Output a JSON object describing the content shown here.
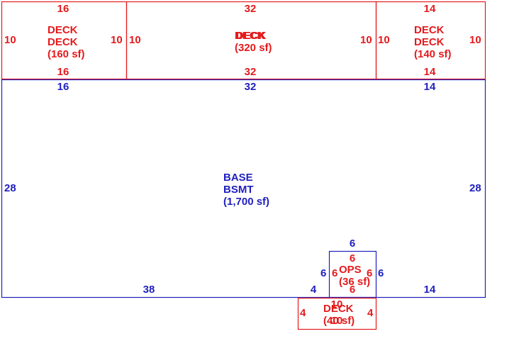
{
  "colors": {
    "deck": "#e41a1c",
    "base": "#1f1fbf"
  },
  "areas": [
    {
      "id": "deck-left",
      "color": "deck",
      "name_lines": [
        "DECK",
        "DECK",
        "(160 sf)"
      ],
      "dims": {
        "top": "16",
        "bottom": "16",
        "left": "10",
        "right": "10"
      }
    },
    {
      "id": "deck-center",
      "color": "deck",
      "name_lines": [
        "DECK",
        "DECK",
        "(320 sf)"
      ],
      "dims": {
        "top": "32",
        "bottom": "32",
        "left": "10",
        "right": "10"
      }
    },
    {
      "id": "deck-right",
      "color": "deck",
      "name_lines": [
        "DECK",
        "DECK",
        "(140 sf)"
      ],
      "dims": {
        "top": "14",
        "bottom": "14",
        "left": "10",
        "right": "10"
      }
    },
    {
      "id": "base",
      "color": "base",
      "name_lines": [
        "BASE",
        "BSMT",
        "(1,700 sf)"
      ],
      "dims": {
        "top_left": "16",
        "top_mid": "32",
        "top_right": "14",
        "left": "28",
        "right": "28",
        "bottom_left": "38",
        "bottom_notch": "4",
        "bottom_right": "14"
      }
    },
    {
      "id": "ops-outer",
      "color": "base",
      "dims": {
        "top": "6",
        "left": "6",
        "right": "6"
      }
    },
    {
      "id": "ops",
      "color": "deck",
      "name_lines": [
        "OPS",
        "(36 sf)"
      ],
      "dims": {
        "top": "6",
        "bottom": "6",
        "left": "6",
        "right": "6"
      }
    },
    {
      "id": "deck-small",
      "color": "deck",
      "name_lines": [
        "DECK",
        "(40 sf)"
      ],
      "dims": {
        "top": "10",
        "bottom": "10",
        "left": "4",
        "right": "4"
      }
    }
  ]
}
